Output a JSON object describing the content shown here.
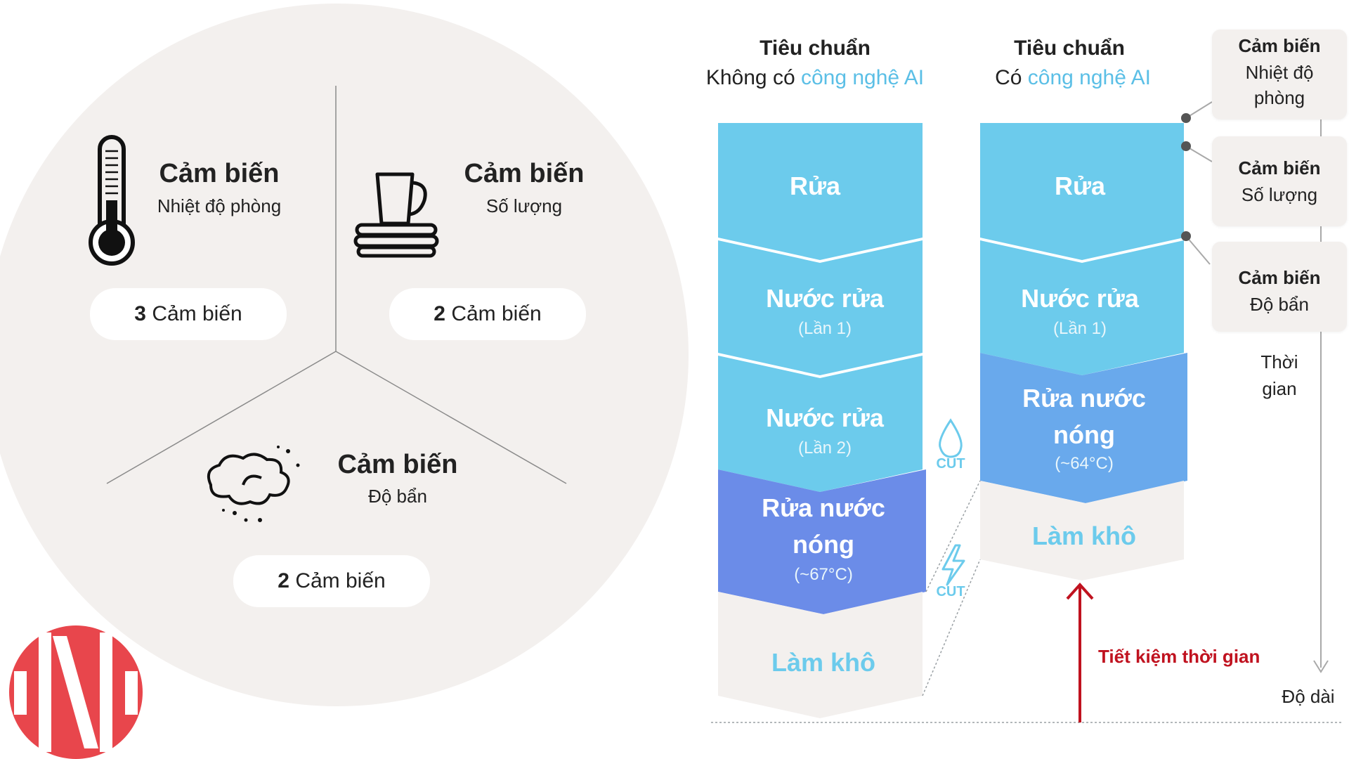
{
  "sensors": {
    "temperature": {
      "title": "Cảm biến",
      "subtitle": "Nhiệt độ phòng",
      "count_num": "3",
      "count_label": "Cảm biến"
    },
    "quantity": {
      "title": "Cảm biến",
      "subtitle": "Số lượng",
      "count_num": "2",
      "count_label": "Cảm biến"
    },
    "dirt": {
      "title": "Cảm biến",
      "subtitle": "Độ bẩn",
      "count_num": "2",
      "count_label": "Cảm biến"
    }
  },
  "columns": {
    "standard": {
      "title": "Tiêu chuẩn",
      "sub_prefix": "Không có ",
      "sub_highlight": "công nghệ AI"
    },
    "ai": {
      "title": "Tiêu chuẩn",
      "sub_prefix": "Có ",
      "sub_highlight": "công nghệ AI"
    }
  },
  "stages": {
    "wash": "Rửa",
    "rinse": "Nước rửa",
    "rinse1": "(Lần 1)",
    "rinse2": "(Lần 2)",
    "hot_line1": "Rửa nước",
    "hot_line2": "nóng",
    "hot_temp_standard": "(~67°C)",
    "hot_temp_ai": "(~64°C)",
    "dry": "Làm khô"
  },
  "cut_label": "CUT",
  "right_sensors": {
    "s1_title": "Cảm biến",
    "s1_line1": "Nhiệt độ",
    "s1_line2": "phòng",
    "s2_title": "Cảm biến",
    "s2_line1": "Số lượng",
    "s3_title": "Cảm biến",
    "s3_line1": "Độ bẩn"
  },
  "axis": {
    "time_line1": "Thời",
    "time_line2": "gian",
    "length": "Độ dài"
  },
  "savings": "Tiết kiệm thời gian",
  "colors": {
    "circle_bg": "#f3f0ee",
    "stage_light": "#6ccbec",
    "stage_hot_standard": "#6b8ce8",
    "stage_hot_ai": "#69a9ec",
    "dry_text": "#6ccbec",
    "highlight": "#5bbfe6",
    "savings_red": "#c0121f",
    "logo_red": "#e8464c"
  },
  "icons": [
    "thermometer-icon",
    "cup-plates-icon",
    "dust-cloud-icon",
    "water-drop-icon",
    "lightning-icon",
    "logo"
  ]
}
